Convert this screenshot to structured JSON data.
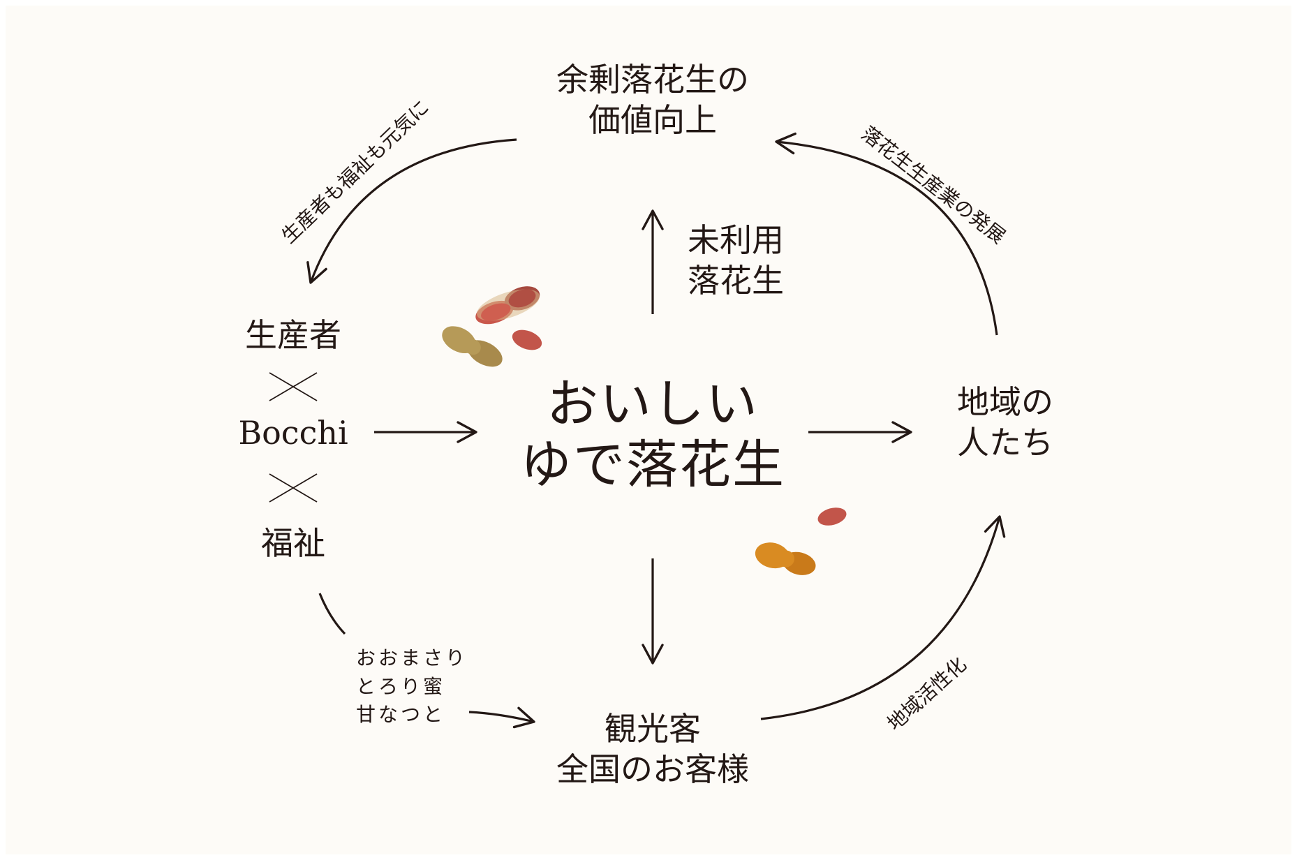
{
  "colors": {
    "background": "#fdfbf7",
    "ink": "#231815",
    "peanut_red": "#c2554a",
    "peanut_tan": "#b69a58",
    "peanut_orange": "#d98b22"
  },
  "top_node": {
    "line1": "余剰落花生の",
    "line2": "価値向上"
  },
  "center_node": {
    "line1": "おいしい",
    "line2": "ゆで落花生"
  },
  "left_node": {
    "line1": "生産者",
    "line2": "Bocchi",
    "line3": "福祉"
  },
  "right_node": {
    "line1": "地域の",
    "line2": "人たち"
  },
  "bottom_node": {
    "line1": "観光客",
    "line2": "全国のお客様"
  },
  "up_arrow_label": {
    "line1": "未利用",
    "line2": "落花生"
  },
  "products": {
    "line1": "おおまさり",
    "line2": "とろり蜜",
    "line3": "甘なつと"
  },
  "arc_labels": {
    "top_left": "生産者も福祉も元気に",
    "top_right": "落花生生産業の発展",
    "bottom_right": "地域活性化"
  },
  "icons": [
    "cross-icon",
    "peanut-icon"
  ]
}
